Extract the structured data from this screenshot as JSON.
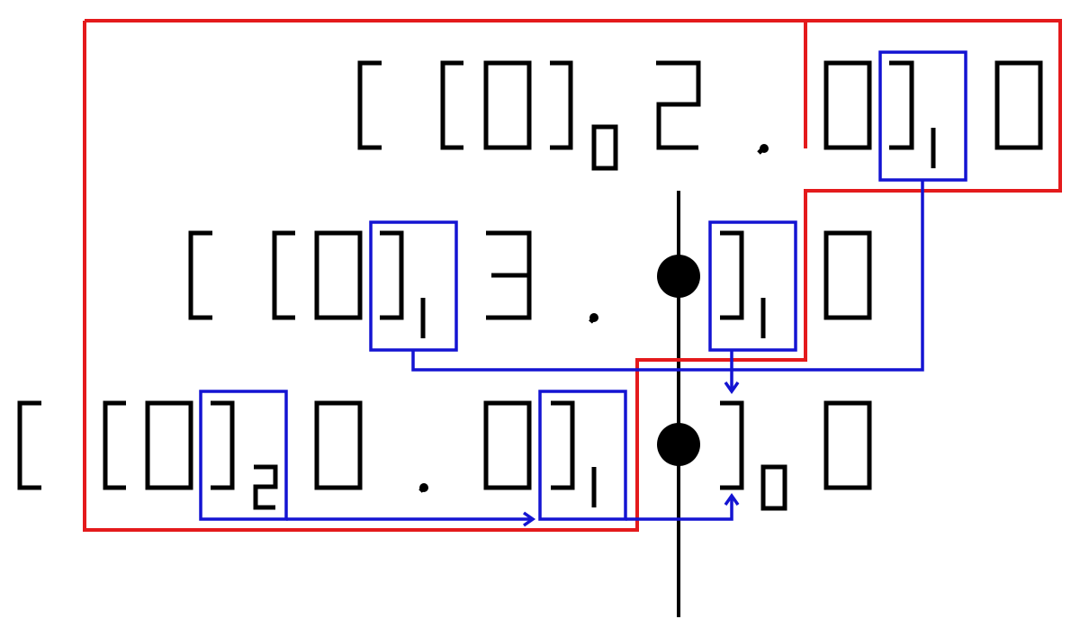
{
  "colors": {
    "background": "#ffffff",
    "glyph": "#000000",
    "red_frame": "#e41a1c",
    "blue_frame": "#1414d2"
  },
  "diagram": {
    "rows": [
      {
        "id": "row-1",
        "tokens": [
          "[",
          "[",
          "0",
          "]",
          "0",
          "2",
          ".",
          "0",
          "]",
          "1",
          "0"
        ]
      },
      {
        "id": "row-2",
        "tokens": [
          "[",
          "[",
          "0",
          "]",
          "1",
          "3",
          ".",
          "]",
          "1",
          "0"
        ]
      },
      {
        "id": "row-3",
        "tokens": [
          "[",
          "[",
          "0",
          "]",
          "2",
          "0",
          ".",
          "0",
          "]",
          "1",
          "]",
          "0",
          "0"
        ]
      }
    ],
    "separator": {
      "type": "vertical-line",
      "markers": 2
    }
  }
}
